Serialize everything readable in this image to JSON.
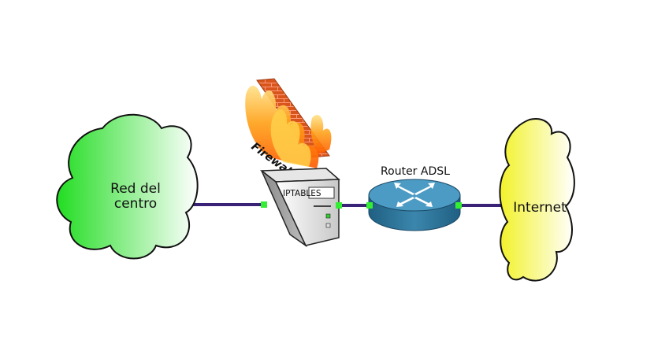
{
  "diagram": {
    "nodes": {
      "lan": {
        "label_line1": "Red del",
        "label_line2": "centro"
      },
      "firewall": {
        "stamp_text": "Firewall",
        "server_label": "IPTABLES"
      },
      "router": {
        "label": "Router ADSL"
      },
      "internet": {
        "label": "Internet"
      }
    },
    "edges": [
      {
        "from": "lan",
        "to": "firewall"
      },
      {
        "from": "firewall",
        "to": "router"
      },
      {
        "from": "router",
        "to": "internet"
      }
    ],
    "colors": {
      "lan_cloud": "#22dd22",
      "internet_cloud": "#f2f22a",
      "link": "#3a2277",
      "port": "#33ee33",
      "router_body": "#3b7ea3",
      "brick": "#d8551c",
      "flame": "#ff9a1a"
    }
  }
}
